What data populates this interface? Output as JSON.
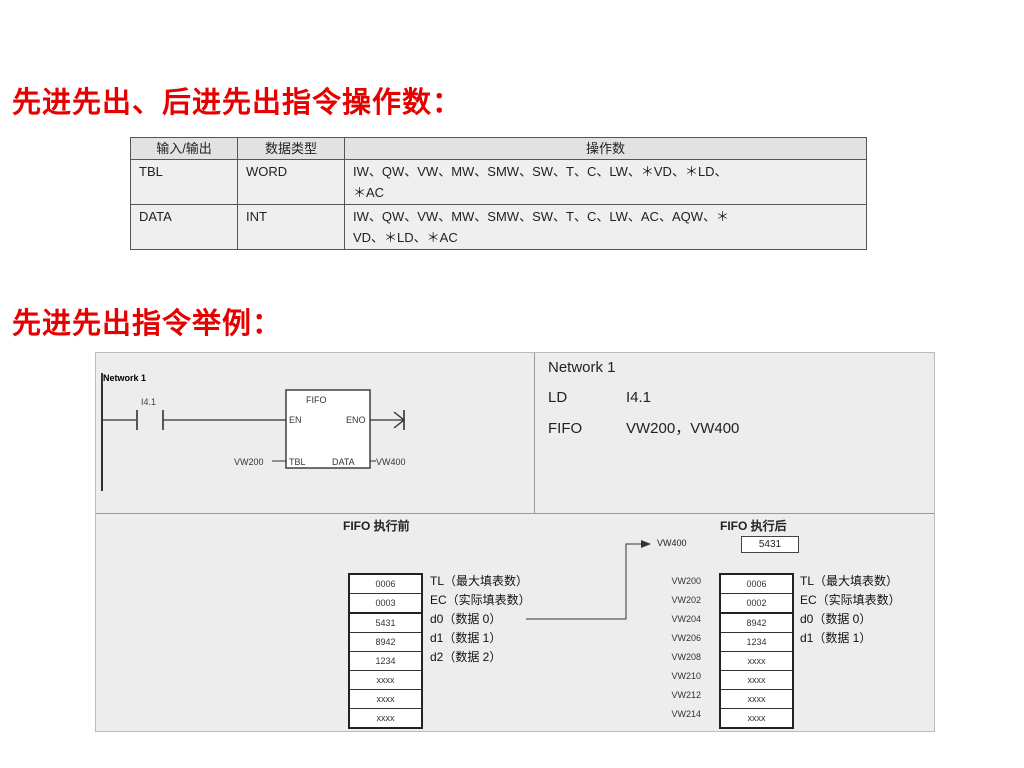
{
  "titles": {
    "operands": "先进先出、后进先出指令操作数：",
    "example": "先进先出指令举例："
  },
  "operand_table": {
    "headers": [
      "输入/输出",
      "数据类型",
      "操作数"
    ],
    "rows": [
      {
        "io": "TBL",
        "type": "WORD",
        "operands_line1": "IW、QW、VW、MW、SMW、SW、T、C、LW、＊VD、＊LD、",
        "operands_line2": "＊AC"
      },
      {
        "io": "DATA",
        "type": "INT",
        "operands_line1": "IW、QW、VW、MW、SMW、SW、T、C、LW、AC、AQW、＊",
        "operands_line2": "VD、＊LD、＊AC"
      }
    ]
  },
  "ladder": {
    "network_label": "Network 1",
    "contact_label": "I4.1",
    "box_name": "FIFO",
    "en": "EN",
    "eno": "ENO",
    "tbl": "TBL",
    "data": "DATA",
    "tbl_operand": "VW200",
    "data_operand": "VW400"
  },
  "stl": {
    "network": "Network 1",
    "line1_op": "LD",
    "line1_arg": "I4.1",
    "line2_op": "FIFO",
    "line2_arg": "VW200，VW400"
  },
  "before": {
    "caption": "FIFO 执行前",
    "cells": [
      "0006",
      "0003",
      "5431",
      "8942",
      "1234",
      "xxxx",
      "xxxx",
      "xxxx"
    ],
    "labels": [
      "TL（最大填表数）",
      "EC（实际填表数）",
      "d0（数据 0）",
      "d1（数据 1）",
      "d2（数据 2）"
    ]
  },
  "after": {
    "caption": "FIFO 执行后",
    "out_addr": "VW400",
    "out_value": "5431",
    "addresses": [
      "VW200",
      "VW202",
      "VW204",
      "VW206",
      "VW208",
      "VW210",
      "VW212",
      "VW214"
    ],
    "cells": [
      "0006",
      "0002",
      "8942",
      "1234",
      "xxxx",
      "xxxx",
      "xxxx",
      "xxxx"
    ],
    "labels": [
      "TL（最大填表数）",
      "EC（实际填表数）",
      "d0（数据 0）",
      "d1（数据 1）"
    ]
  }
}
